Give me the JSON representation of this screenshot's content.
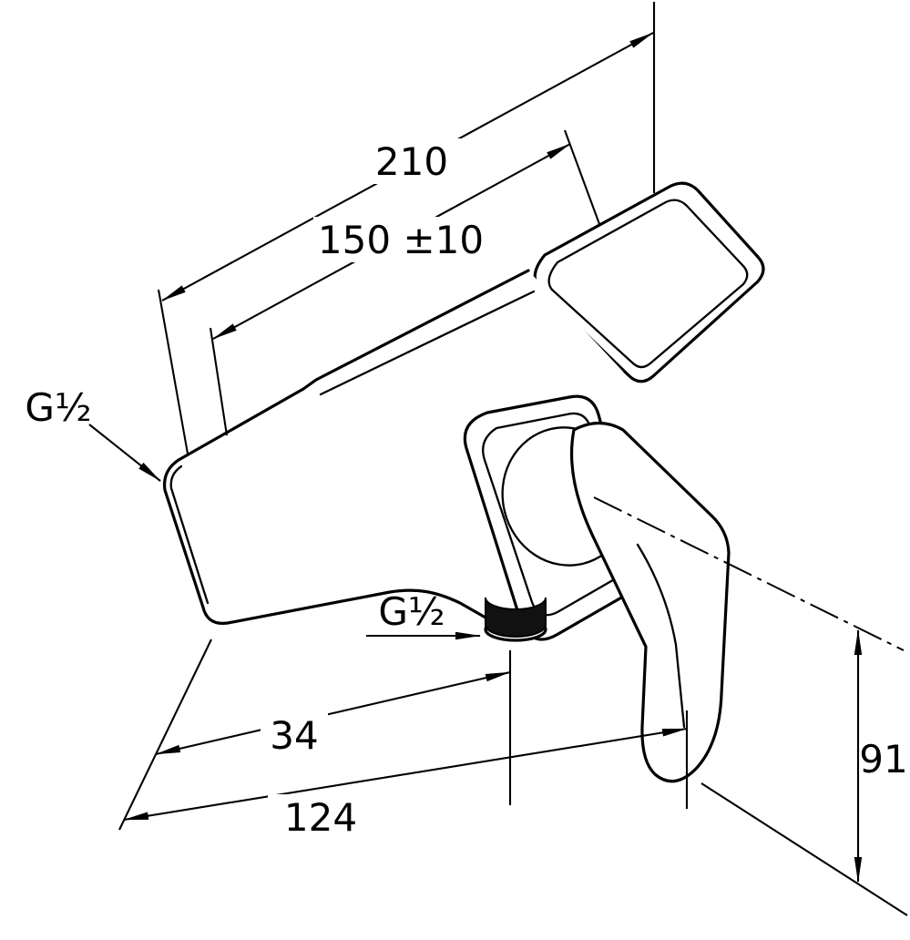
{
  "diagram": {
    "type": "technical-dimension-drawing",
    "subject": "wall-mounted single-lever shower mixer, isometric view",
    "dimensions": {
      "total_width": "210",
      "connection_spread": "150 ±10",
      "left_thread": "G½",
      "bottom_thread": "G½",
      "outlet_offset": "34",
      "body_depth": "124",
      "handle_drop": "91"
    },
    "colors": {
      "line": "#000000",
      "background": "#ffffff",
      "outlet_fill": "#111111"
    }
  }
}
